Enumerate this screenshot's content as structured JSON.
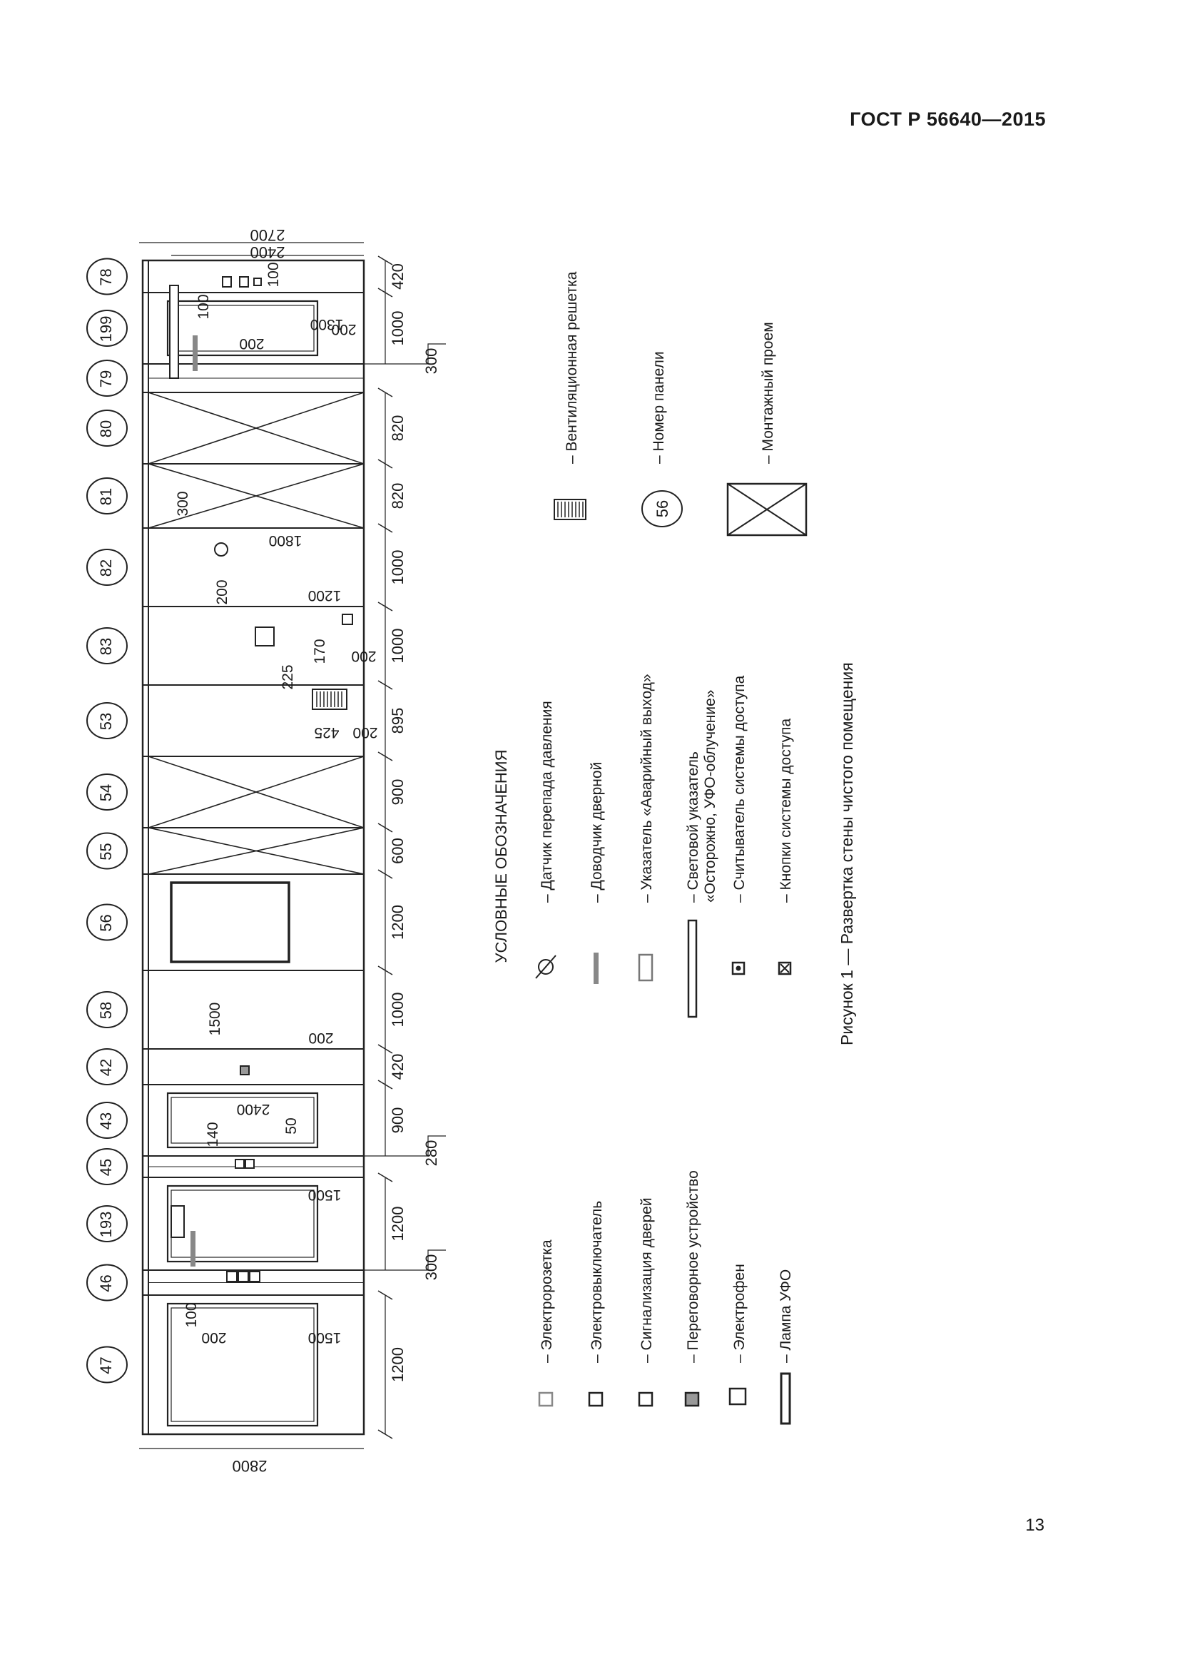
{
  "header": {
    "standard": "ГОСТ Р 56640—2015"
  },
  "page_number": "13",
  "figure": {
    "caption": "Рисунок 1 — Развертка стены чистого помещения",
    "legend_title": "УСЛОВНЫЕ ОБОЗНАЧЕНИЯ",
    "overall_dims": {
      "left_height": "2800",
      "right_height_outer": "2700",
      "right_height_inner": "2400"
    },
    "panels": [
      {
        "number": "47",
        "width": "1200",
        "kind": "door"
      },
      {
        "number": "46",
        "width": "",
        "kind": "post"
      },
      {
        "number": "193",
        "width": "1200",
        "kind": "door"
      },
      {
        "number": "45",
        "width": "",
        "kind": "post"
      },
      {
        "number": "43",
        "width": "900",
        "kind": "door"
      },
      {
        "number": "42",
        "width": "420",
        "kind": "panel"
      },
      {
        "number": "58",
        "width": "1000",
        "kind": "panel"
      },
      {
        "number": "56",
        "width": "1200",
        "kind": "window"
      },
      {
        "number": "55",
        "width": "600",
        "kind": "opening"
      },
      {
        "number": "54",
        "width": "900",
        "kind": "opening"
      },
      {
        "number": "53",
        "width": "895",
        "kind": "panel"
      },
      {
        "number": "83",
        "width": "1000",
        "kind": "panel"
      },
      {
        "number": "82",
        "width": "1000",
        "kind": "panel"
      },
      {
        "number": "81",
        "width": "820",
        "kind": "opening"
      },
      {
        "number": "80",
        "width": "820",
        "kind": "opening"
      },
      {
        "number": "79",
        "width": "",
        "kind": "post"
      },
      {
        "number": "199",
        "width": "1000",
        "kind": "door"
      },
      {
        "number": "78",
        "width": "420",
        "kind": "panel"
      }
    ],
    "post_widths": [
      "300",
      "280",
      "300"
    ],
    "annotations": [
      "100",
      "200",
      "1500",
      "1500",
      "140",
      "50",
      "2400",
      "200",
      "1500",
      "425",
      "200",
      "225",
      "170",
      "200",
      "200",
      "1200",
      "300",
      "1800",
      "200",
      "100",
      "200",
      "1300",
      "100"
    ],
    "legend_left": [
      {
        "symbol": "socket-icon",
        "label": "– Электророзетка"
      },
      {
        "symbol": "switch-icon",
        "label": "– Электровыключатель"
      },
      {
        "symbol": "door-alarm-icon",
        "label": "– Сигнализация дверей"
      },
      {
        "symbol": "intercom-icon",
        "label": "– Переговорное устройство"
      },
      {
        "symbol": "hand-dryer-icon",
        "label": "– Электрофен"
      },
      {
        "symbol": "uv-lamp-icon",
        "label": "– Лампа УФО"
      }
    ],
    "legend_middle": [
      {
        "symbol": "pressure-sensor-icon",
        "label": "– Датчик перепада давления"
      },
      {
        "symbol": "door-closer-icon",
        "label": "– Доводчик дверной"
      },
      {
        "symbol": "exit-sign-icon",
        "label": "– Указатель «Аварийный выход»"
      },
      {
        "symbol": "light-sign-icon",
        "label": "– Световой указатель",
        "label2": "«Осторожно, УФО-облучение»"
      },
      {
        "symbol": "card-reader-icon",
        "label": "– Считыватель системы доступа"
      },
      {
        "symbol": "access-button-icon",
        "label": "– Кнопки системы доступа"
      }
    ],
    "legend_right": [
      {
        "symbol": "vent-grille-icon",
        "label": "– Вентиляционная решетка"
      },
      {
        "symbol": "panel-number-icon",
        "label": "– Номер панели",
        "sample": "56"
      },
      {
        "symbol": "mounting-opening-icon",
        "label": "– Монтажный проем"
      }
    ]
  }
}
